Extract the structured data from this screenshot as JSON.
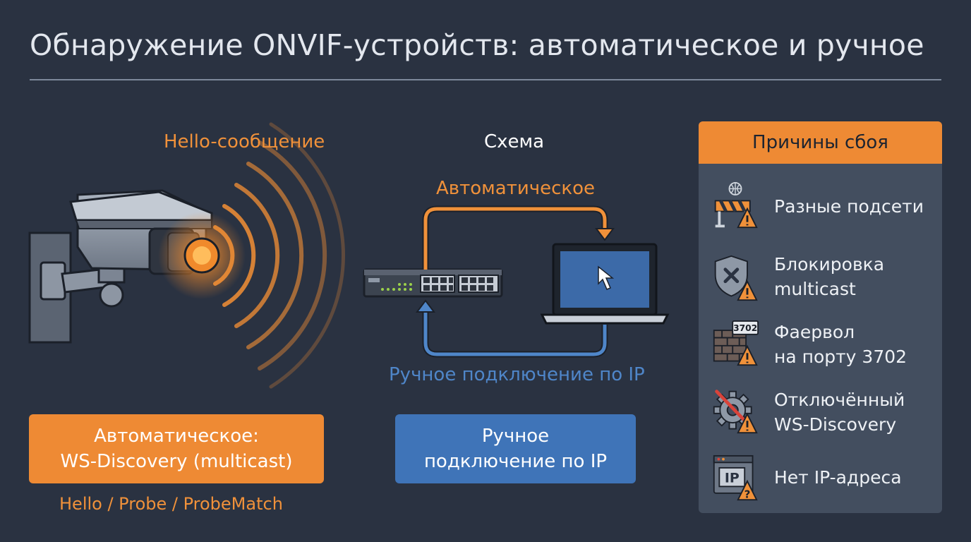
{
  "title": "Обнаружение ONVIF-устройств: автоматическое и ручное",
  "left": {
    "hello_label": "Hello-сообщение",
    "auto_box": {
      "line1": "Автоматическое:",
      "line2": "WS-Discovery (multicast)"
    },
    "protocol_label": "Hello / Probe / ProbeMatch"
  },
  "scheme": {
    "title": "Схема",
    "auto_label": "Автоматическое",
    "manual_label": "Ручное подключение по IP",
    "manual_box": {
      "line1": "Ручное",
      "line2": "подключение по IP"
    }
  },
  "reasons": {
    "title": "Причины сбоя",
    "items": [
      {
        "line1": "Разные подсети",
        "line2": "",
        "icon": "barrier-warning-icon"
      },
      {
        "line1": "Блокировка",
        "line2": "multicast",
        "icon": "shield-block-icon"
      },
      {
        "line1": "Фаервол",
        "line2": "на порту 3702",
        "icon": "firewall-icon",
        "badge": "3702"
      },
      {
        "line1": "Отключённый",
        "line2": "WS-Discovery",
        "icon": "gear-disabled-icon"
      },
      {
        "line1": "Нет IP-адреса",
        "line2": "",
        "icon": "ip-missing-icon",
        "badge": "IP"
      }
    ]
  },
  "colors": {
    "accent_orange": "#ee8a34",
    "accent_blue": "#3f74b8",
    "background": "#2a3241",
    "panel": "#434e5f"
  }
}
